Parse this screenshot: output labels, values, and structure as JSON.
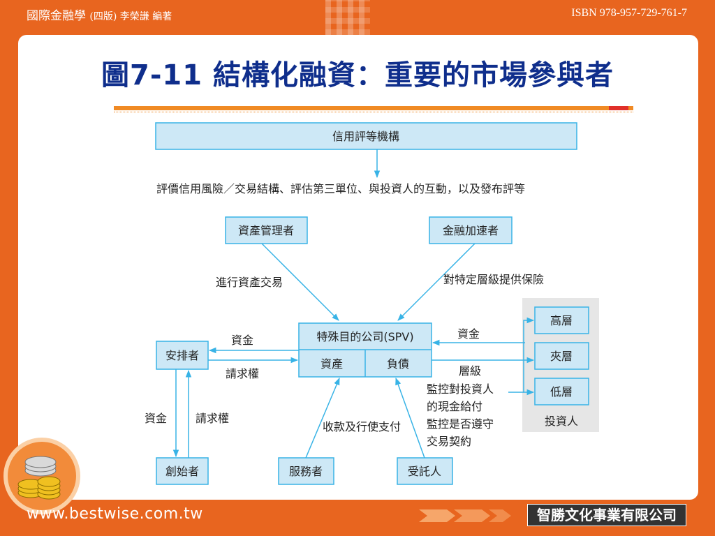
{
  "header": {
    "book_title": "國際金融學",
    "book_subtitle": "(四版) 李榮謙 編著",
    "isbn": "ISBN 978-957-729-761-7"
  },
  "slide": {
    "title": "圖7-11 結構化融資：重要的市場參與者"
  },
  "diagram": {
    "rating_agency": "信用評等機構",
    "rating_desc": "評價信用風險／交易結構、評估第三單位、與投資人的互動，以及發布評等",
    "asset_manager": "資產管理者",
    "credit_enhancer": "金融加速者",
    "asset_trade": "進行資產交易",
    "insurance": "對特定層級提供保險",
    "spv": "特殊目的公司(SPV)",
    "assets": "資產",
    "liabilities": "負債",
    "arranger": "安排者",
    "funds_1": "資金",
    "claims_1": "請求權",
    "funds_2": "資金",
    "claims_2": "請求權",
    "originator": "創始者",
    "servicer": "服務者",
    "trustee": "受託人",
    "collection": "收款及行使支付",
    "investor_funds": "資金",
    "tranches_label": "層級",
    "trustee_monitor_1": "監控對投資人",
    "trustee_monitor_2": "的現金給付",
    "trustee_monitor_3": "監控是否遵守",
    "trustee_monitor_4": "交易契約",
    "senior": "高層",
    "mezzanine": "夾層",
    "junior": "低層",
    "investors": "投資人"
  },
  "footer": {
    "url": "www.bestwise.com.tw",
    "company": "智勝文化事業有限公司"
  },
  "icons": [
    "coins-stack-icon",
    "chevron-arrows-icon"
  ],
  "colors": {
    "frame_orange": "#e8651f",
    "title_blue": "#0f2e8c",
    "box_fill": "#cde8f6",
    "box_stroke": "#38b3e6",
    "rule_orange": "#f08a24",
    "rule_red": "#e0302a"
  }
}
